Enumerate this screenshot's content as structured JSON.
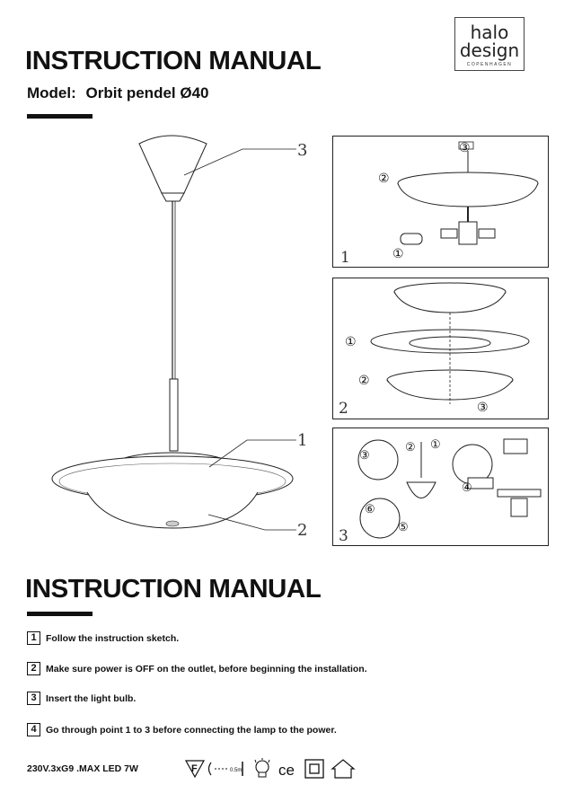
{
  "header": {
    "title": "INSTRUCTION MANUAL",
    "model_label": "Model:",
    "model_value": "Orbit pendel Ø40"
  },
  "logo": {
    "line1": "halo",
    "line2": "design",
    "line3": "COPENHAGEN"
  },
  "overview_callouts": [
    "3",
    "1",
    "2"
  ],
  "panels": [
    {
      "number": "1",
      "markers": [
        "①",
        "②",
        "③"
      ]
    },
    {
      "number": "2",
      "markers": [
        "①",
        "②",
        "③"
      ]
    },
    {
      "number": "3",
      "markers": [
        "①",
        "②",
        "③",
        "④",
        "⑤",
        "⑥"
      ]
    }
  ],
  "instructions": {
    "title": "INSTRUCTION MANUAL",
    "steps": [
      {
        "num": "1",
        "text": "Follow the instruction sketch."
      },
      {
        "num": "2",
        "text": "Make sure power is OFF on the outlet, before beginning the installation."
      },
      {
        "num": "3",
        "text": "Insert the light bulb."
      },
      {
        "num": "4",
        "text": "Go through point 1 to 3 before connecting the lamp to the power."
      }
    ]
  },
  "footer": {
    "spec": "230V.3xG9 .MAX LED 7W",
    "distance_label": "0.5m",
    "symbols": [
      "F",
      "ce"
    ]
  }
}
